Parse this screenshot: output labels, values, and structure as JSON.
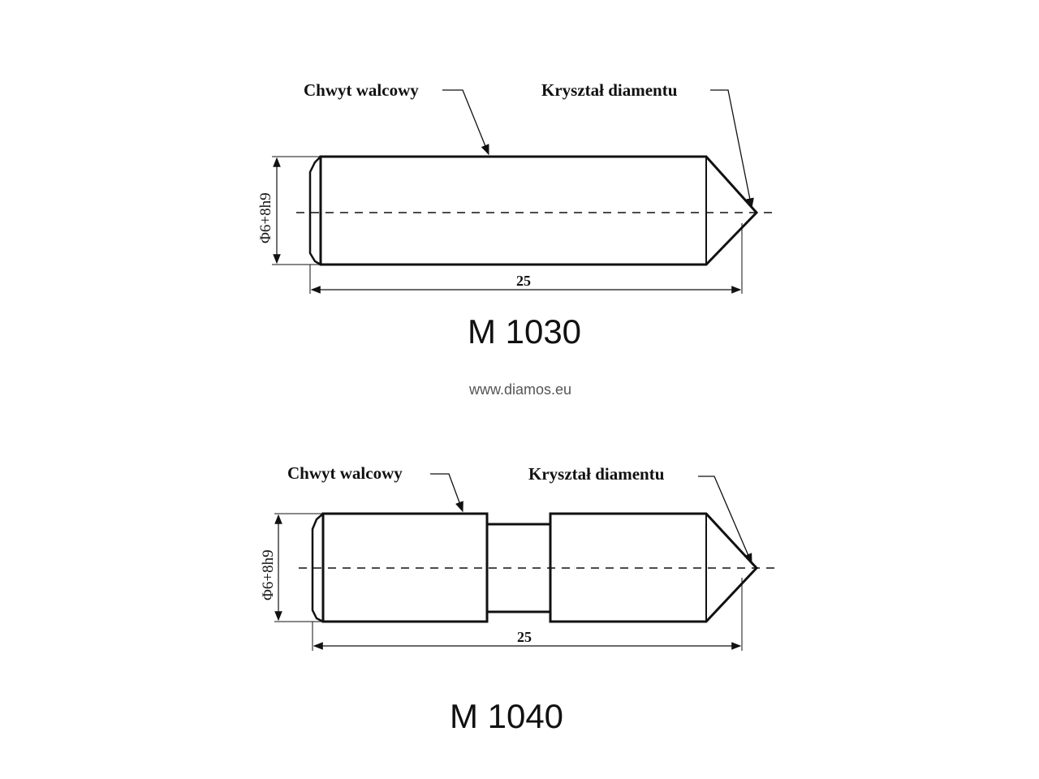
{
  "drawings": [
    {
      "label_shank": "Chwyt walcowy",
      "label_crystal": "Kryształ diamentu",
      "diameter": "Φ6+8h9",
      "length": "25",
      "model": "M 1030"
    },
    {
      "label_shank": "Chwyt walcowy",
      "label_crystal": "Kryształ diamentu",
      "diameter": "Φ6+8h9",
      "length": "25",
      "model": "M 1040"
    }
  ],
  "website": "www.diamos.eu"
}
